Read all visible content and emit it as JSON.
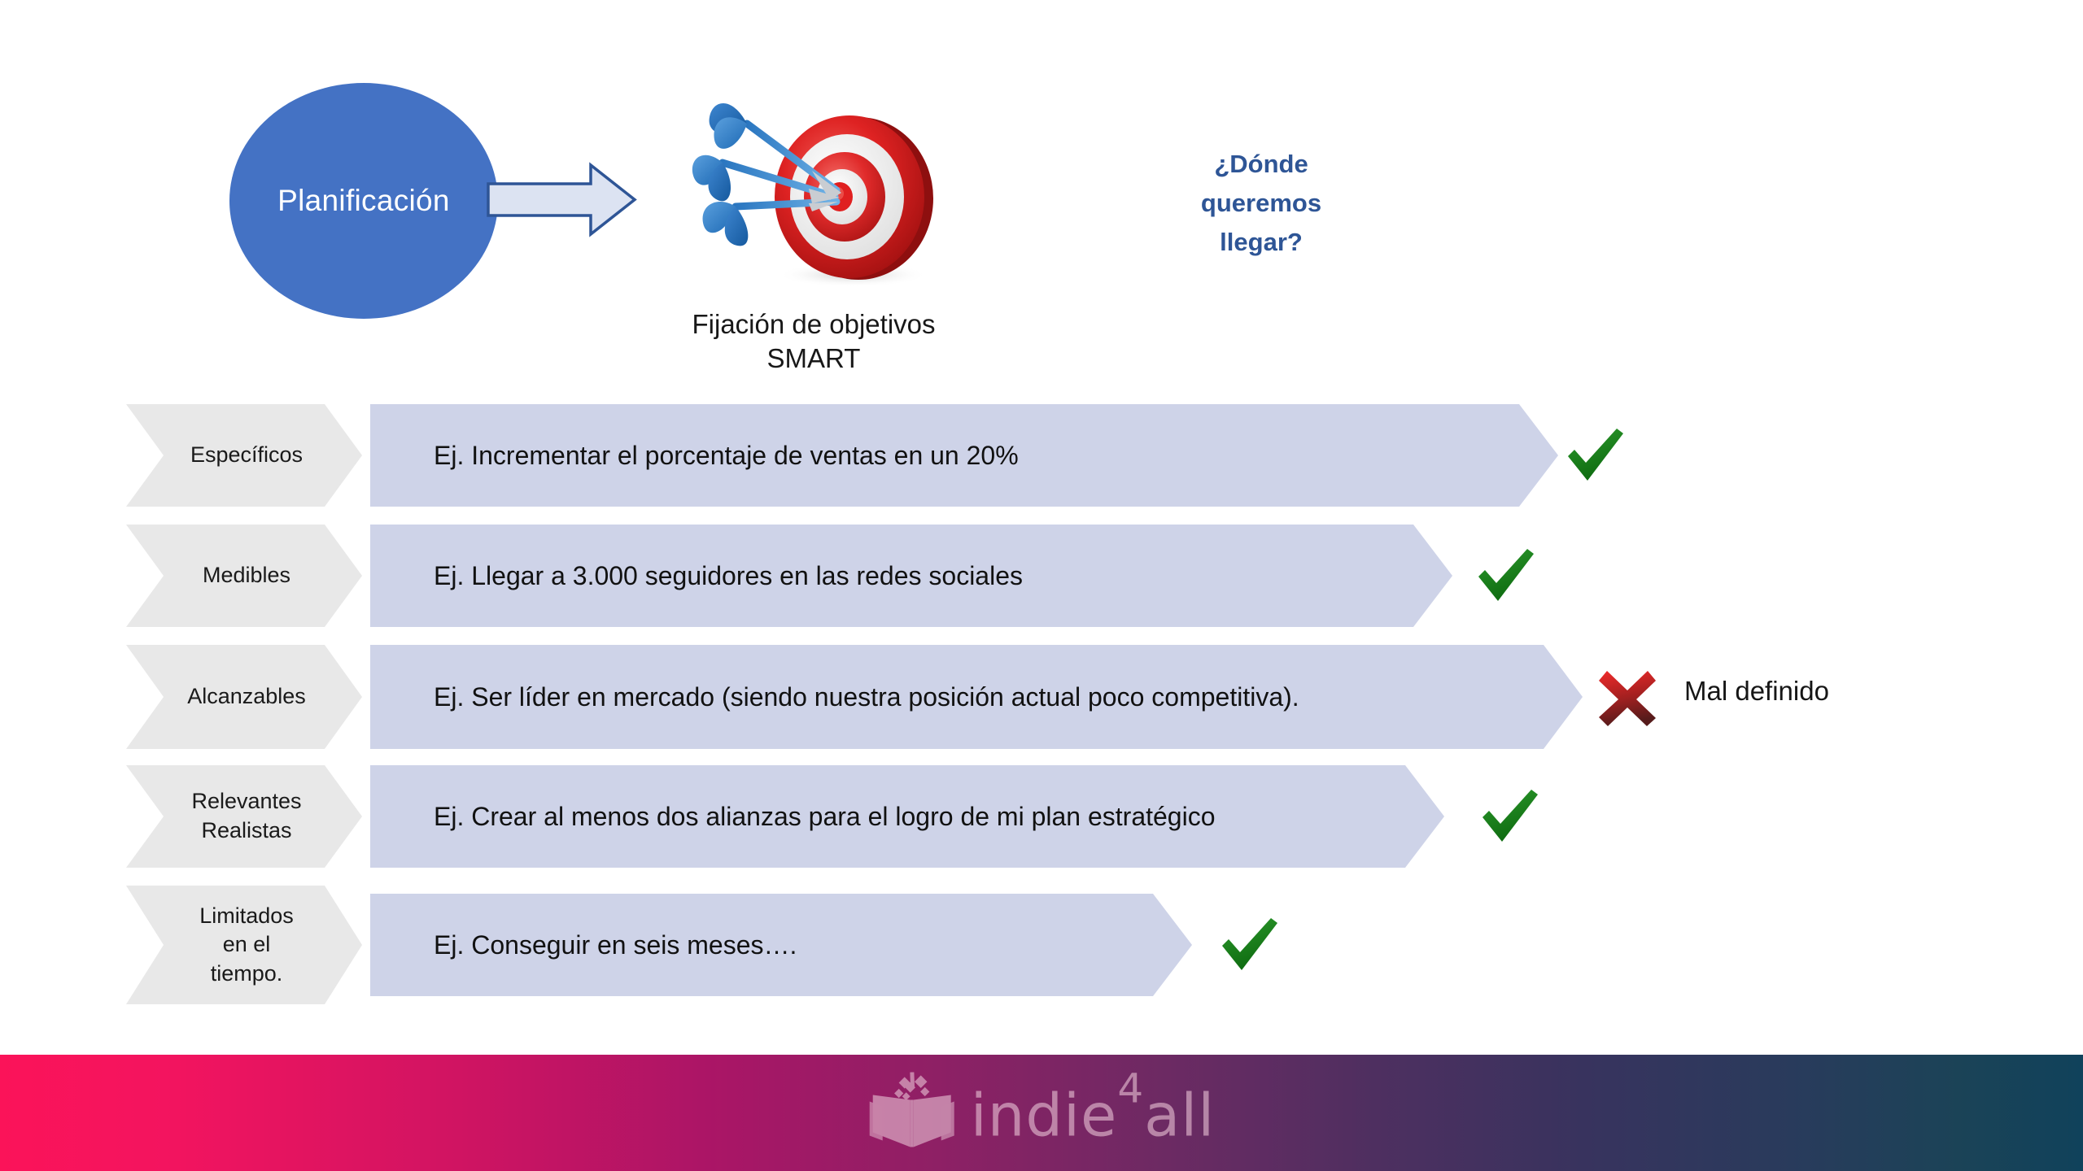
{
  "slide": {
    "planning": {
      "label": "Planificación"
    },
    "arrow": {
      "icon": "right-block-arrow-icon"
    },
    "target": {
      "icon": "dartboard-with-darts-icon",
      "caption_line1": "Fijación de objetivos",
      "caption_line2": "SMART"
    },
    "question": {
      "line1": "¿Dónde",
      "line2": "queremos",
      "line3": "llegar?"
    },
    "smart_rows": [
      {
        "label_lines": [
          "Específicos"
        ],
        "example": "Ej. Incrementar el porcentaje de ventas en un 20%",
        "mark": "check",
        "mark_note": ""
      },
      {
        "label_lines": [
          "Medibles"
        ],
        "example": "Ej. Llegar a 3.000 seguidores en las redes sociales",
        "mark": "check",
        "mark_note": ""
      },
      {
        "label_lines": [
          "Alcanzables"
        ],
        "example": "Ej. Ser líder en mercado (siendo nuestra posición actual poco competitiva).",
        "mark": "cross",
        "mark_note": "Mal definido"
      },
      {
        "label_lines": [
          "Relevantes",
          "Realistas"
        ],
        "example": "Ej.  Crear al menos dos alianzas para el logro de mi plan estratégico",
        "mark": "check",
        "mark_note": ""
      },
      {
        "label_lines": [
          "Limitados",
          "en el",
          "tiempo."
        ],
        "example": "Ej. Conseguir en seis meses….",
        "mark": "check",
        "mark_note": ""
      }
    ],
    "footer": {
      "logo_icon": "open-book-icon",
      "logo_part1": "indi",
      "logo_part2": "e",
      "logo_sup": "4",
      "logo_part3": "all"
    },
    "colors": {
      "circle_blue": "#4472c4",
      "arrow_fill": "#dce3f2",
      "arrow_stroke": "#2e5596",
      "label_chevron_gray": "#e8e8e8",
      "body_chevron_lavender": "#ced3e8",
      "question_blue": "#2e5596",
      "check_green": "#1e7d1e",
      "cross_red": "#e02020",
      "footer_start": "#fb1359",
      "footer_end": "#10425b"
    }
  }
}
